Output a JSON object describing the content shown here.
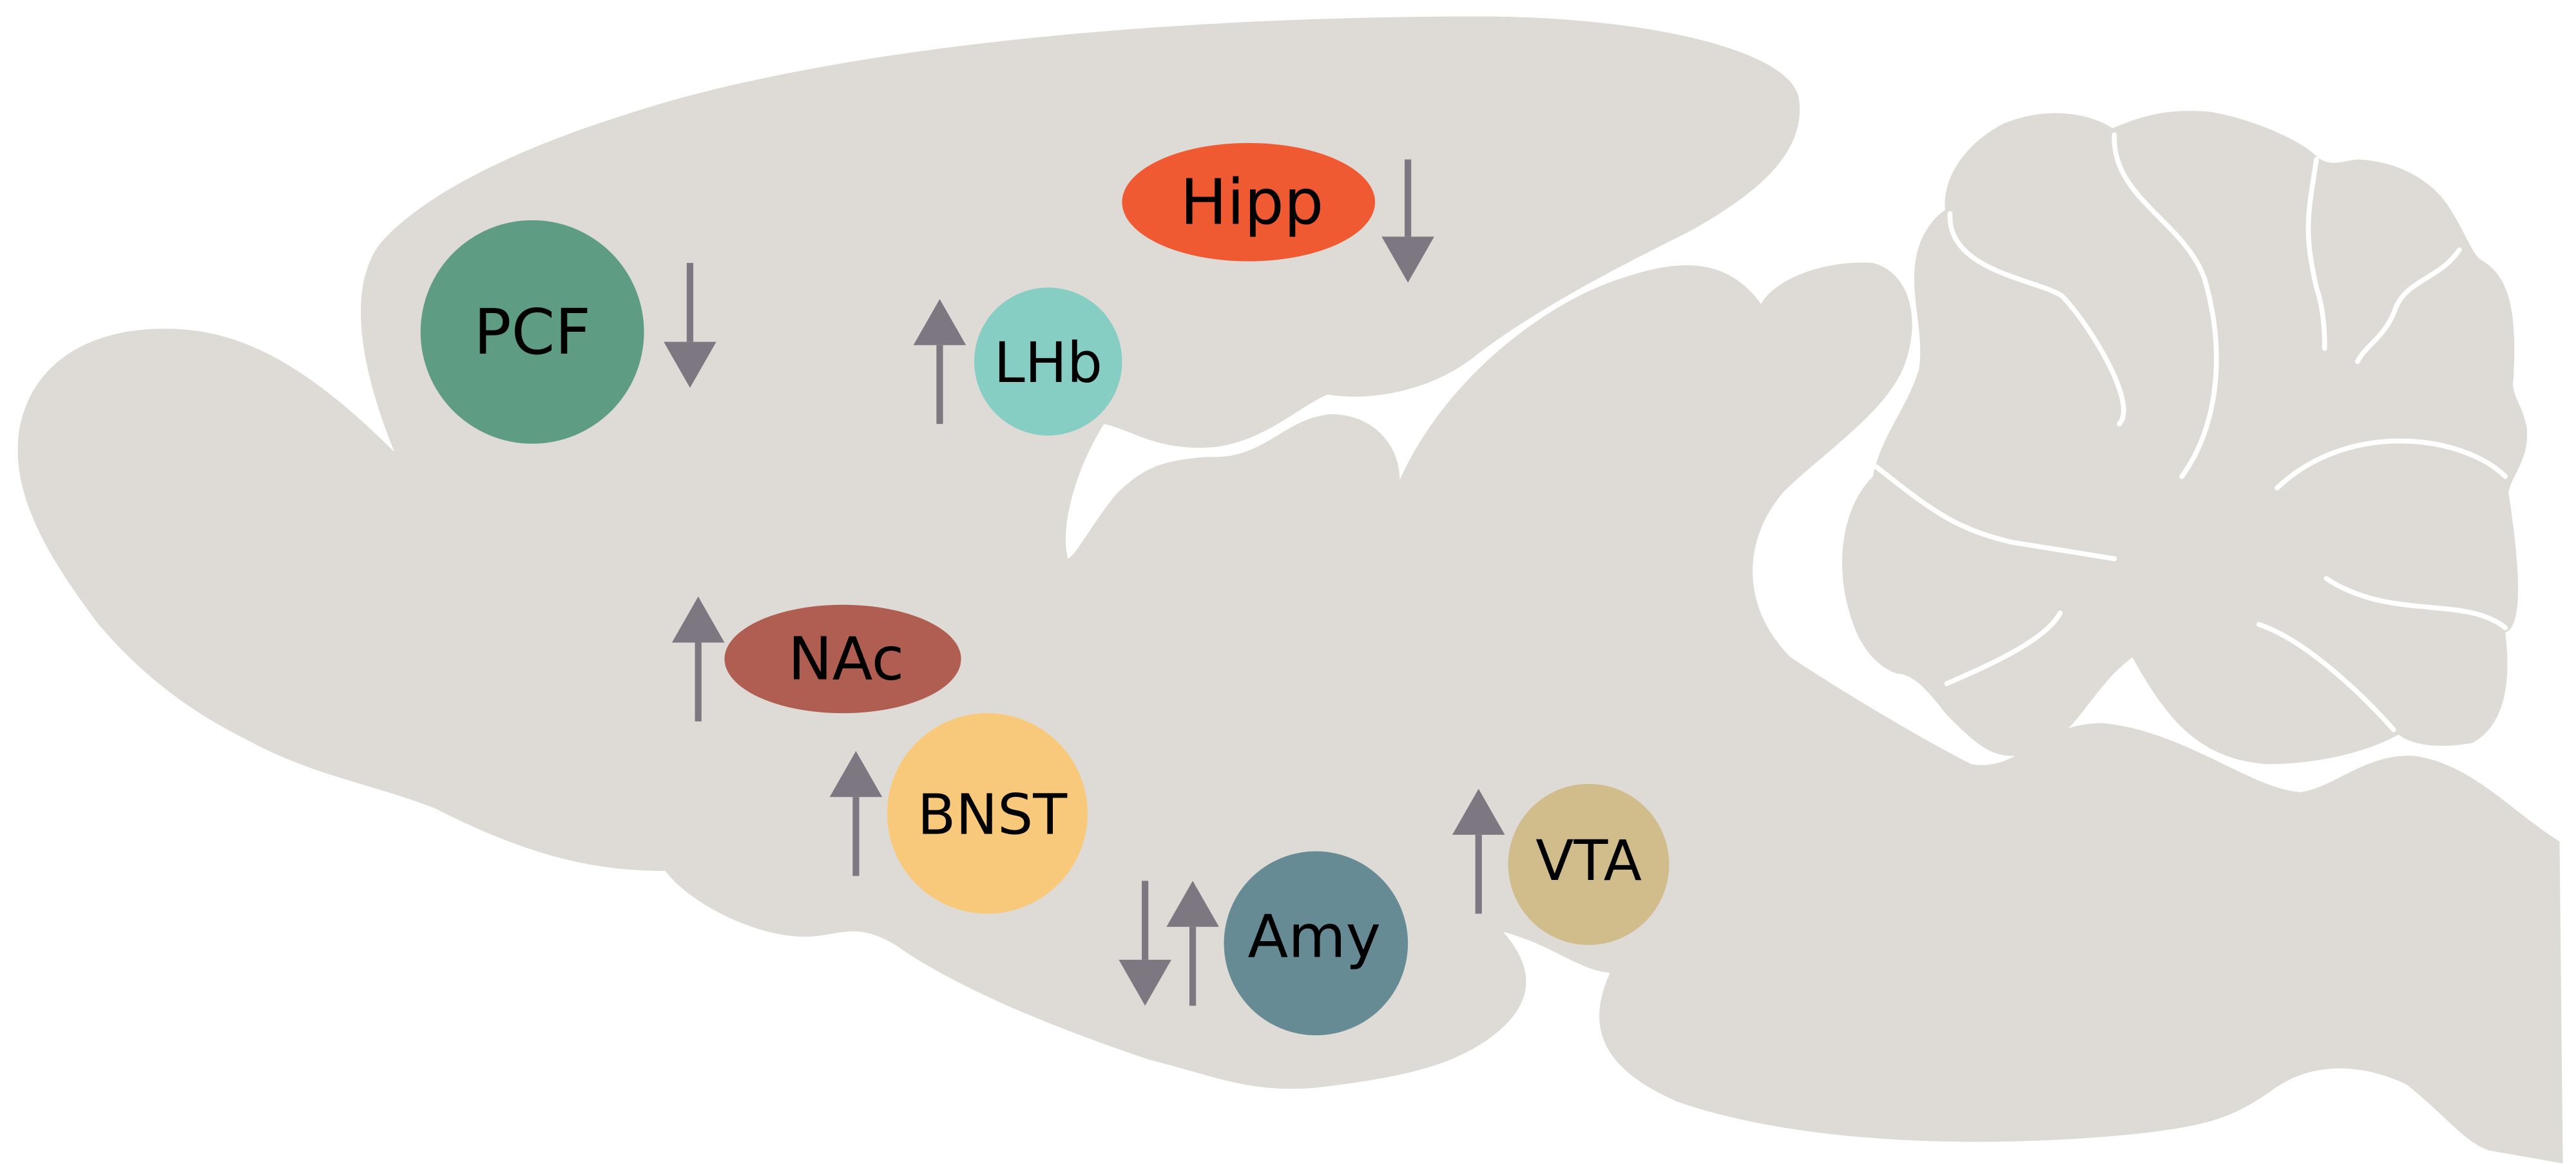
{
  "title": "Brain regions with changes in activity (sagittal view)",
  "arrow_color": "#7d7781",
  "brain_color": "#dedbd6",
  "regions": [
    {
      "id": "pcf",
      "label": "PCF",
      "color": "#5e9c84",
      "arrows": [
        "down"
      ]
    },
    {
      "id": "hipp",
      "label": "Hipp",
      "color": "#ef5a32",
      "arrows": [
        "down"
      ]
    },
    {
      "id": "lhb",
      "label": "LHb",
      "color": "#86cec3",
      "arrows": [
        "up"
      ]
    },
    {
      "id": "nac",
      "label": "NAc",
      "color": "#b05e52",
      "arrows": [
        "up"
      ]
    },
    {
      "id": "bnst",
      "label": "BNST",
      "color": "#f8c97a",
      "arrows": [
        "up"
      ]
    },
    {
      "id": "amy",
      "label": "Amy",
      "color": "#668b95",
      "arrows": [
        "down",
        "up"
      ]
    },
    {
      "id": "vta",
      "label": "VTA",
      "color": "#d1bd8c",
      "arrows": [
        "up"
      ]
    }
  ]
}
